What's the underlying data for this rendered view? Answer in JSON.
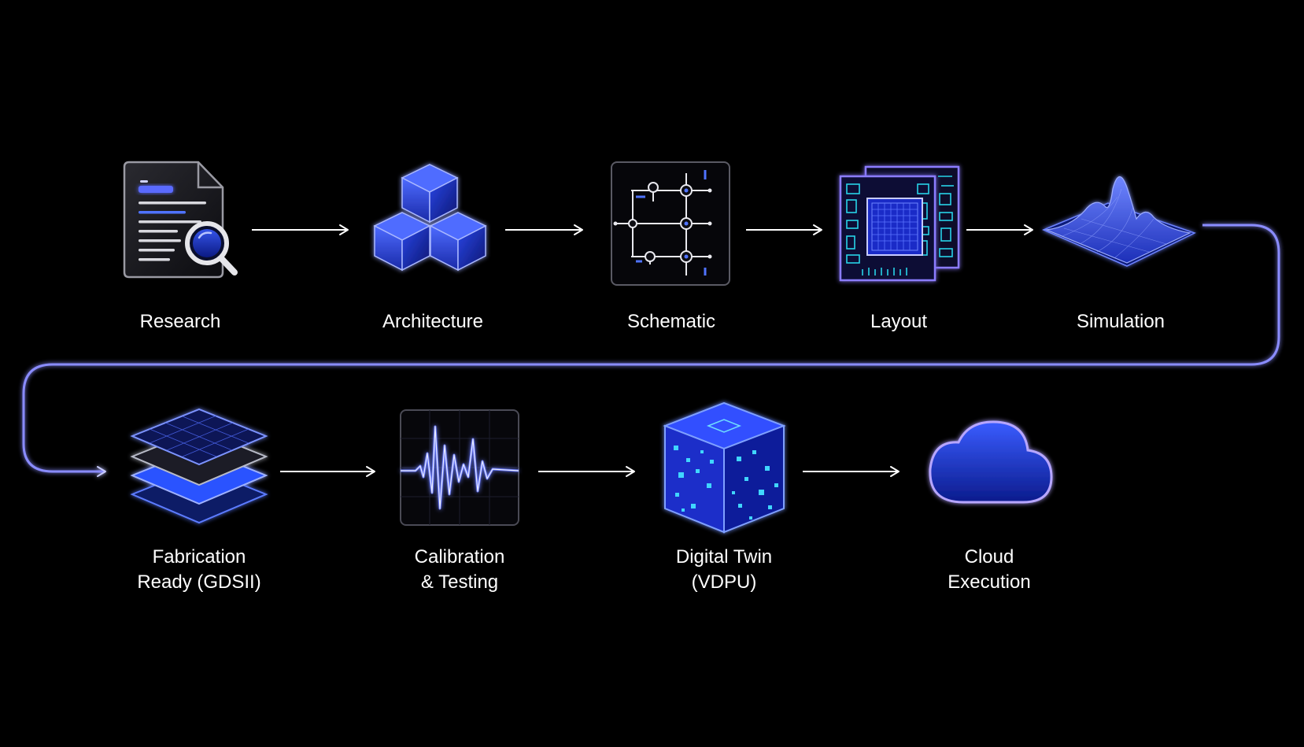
{
  "accent": "#3d5cff",
  "connector_color": "#8a8cff",
  "steps": [
    {
      "lines": [
        "Research"
      ],
      "icon": "document-search-icon"
    },
    {
      "lines": [
        "Architecture"
      ],
      "icon": "cubes-icon"
    },
    {
      "lines": [
        "Schematic"
      ],
      "icon": "circuit-schematic-icon"
    },
    {
      "lines": [
        "Layout"
      ],
      "icon": "chip-layout-icon"
    },
    {
      "lines": [
        "Simulation"
      ],
      "icon": "surface-plot-icon"
    },
    {
      "lines": [
        "Fabrication",
        "Ready (GDSII)"
      ],
      "icon": "layer-stack-icon"
    },
    {
      "lines": [
        "Calibration",
        "& Testing"
      ],
      "icon": "waveform-icon"
    },
    {
      "lines": [
        "Digital Twin",
        "(VDPU)"
      ],
      "icon": "glowing-cube-icon"
    },
    {
      "lines": [
        "Cloud",
        "Execution"
      ],
      "icon": "cloud-icon"
    }
  ]
}
